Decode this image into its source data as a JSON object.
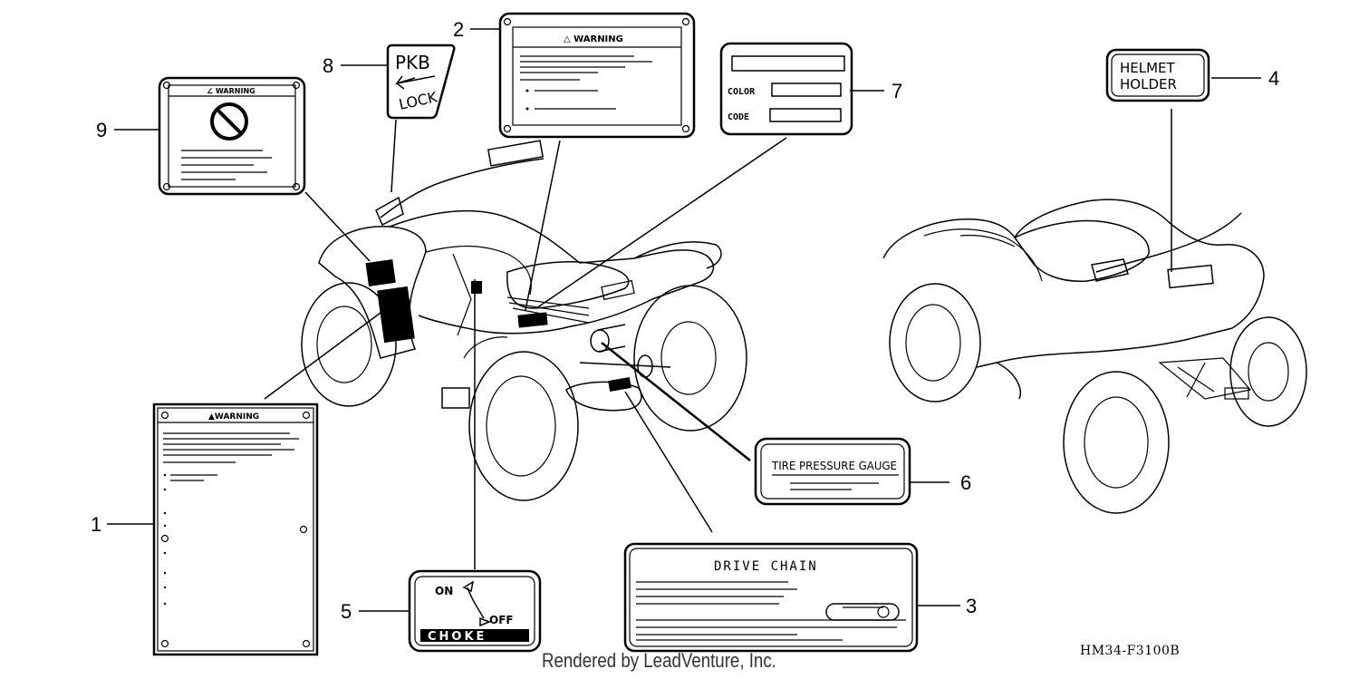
{
  "callouts": {
    "c1": "1",
    "c2": "2",
    "c3": "3",
    "c4": "4",
    "c5": "5",
    "c6": "6",
    "c7": "7",
    "c8": "8",
    "c9": "9"
  },
  "labels": {
    "warning_1": "▲WARNING",
    "warning_2": "△ WARNING",
    "warning_9": "∠ WARNING",
    "drive_chain": "DRIVE CHAIN",
    "helmet_line1": "HELMET",
    "helmet_line2": "HOLDER",
    "choke": "CHOKE",
    "on": "ON",
    "off": "OFF",
    "tire_gauge": "TIRE PRESSURE GAUGE",
    "color": "COLOR",
    "code": "CODE",
    "pkb": "PKB",
    "lock": "LOCK"
  },
  "footer": {
    "credit": "Rendered by LeadVenture, Inc.",
    "diagram_code": "HM34-F3100B"
  }
}
